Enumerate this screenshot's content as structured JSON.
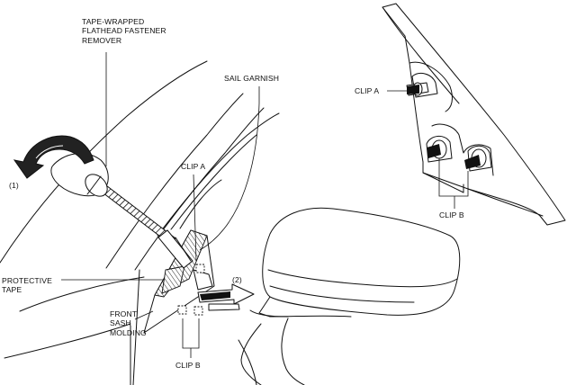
{
  "labels": {
    "tool": [
      "TAPE-WRAPPED",
      "FLATHEAD FASTENER",
      "REMOVER"
    ],
    "sail_garnish": "SAIL GARNISH",
    "clip_a_left": "CLIP A",
    "step1": "(1)",
    "step2": "(2)",
    "protective_tape": [
      "PROTECTIVE",
      "TAPE"
    ],
    "front_sash_molding": [
      "FRONT",
      "SASH",
      "MOLDING"
    ],
    "clip_b_left": "CLIP B",
    "clip_a_right": "CLIP A",
    "clip_b_right": "CLIP B"
  }
}
